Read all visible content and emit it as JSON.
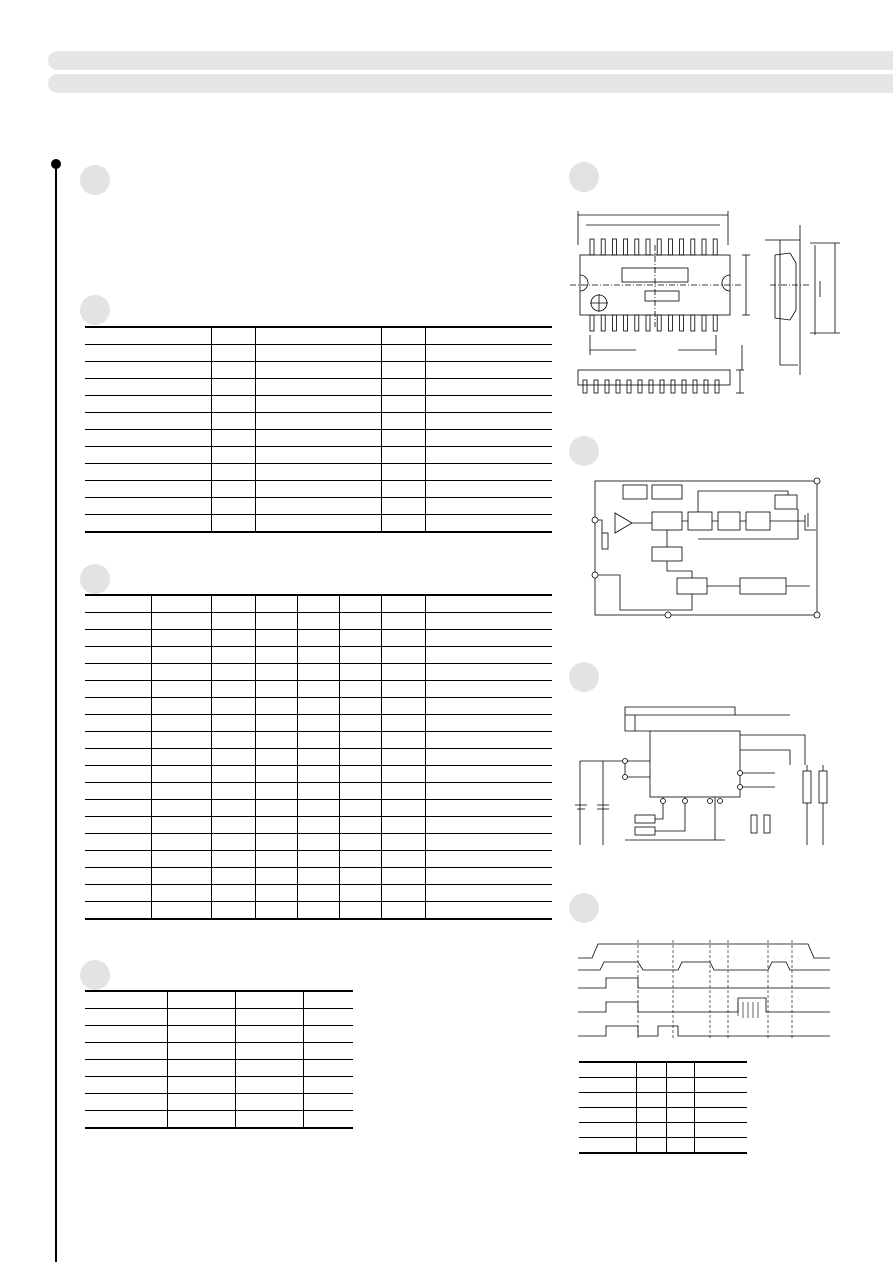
{
  "header": {
    "band_color": "#e6e6e6"
  },
  "sections": [
    {
      "id": "description",
      "title": ""
    },
    {
      "id": "absolute-max",
      "title": ""
    },
    {
      "id": "electrical",
      "title": ""
    },
    {
      "id": "pinout-table",
      "title": ""
    },
    {
      "id": "outline",
      "title": ""
    },
    {
      "id": "block-diagram",
      "title": ""
    },
    {
      "id": "application-circuit",
      "title": ""
    },
    {
      "id": "timing-chart",
      "title": ""
    }
  ],
  "tables": {
    "absolute_max": {
      "columns": 5,
      "rows": 12
    },
    "electrical": {
      "columns": 8,
      "rows": 19
    },
    "small": {
      "columns": 4,
      "rows": 8
    },
    "timing": {
      "columns": 4,
      "rows": 6
    }
  },
  "colors": {
    "section_circle": "#e3e3e3",
    "line": "#000000"
  }
}
